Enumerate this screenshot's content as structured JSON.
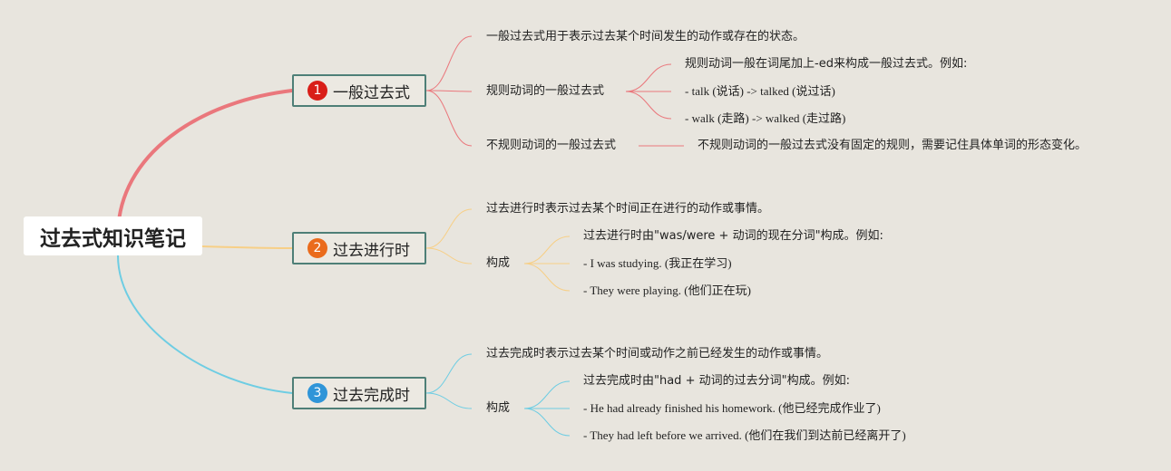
{
  "root": {
    "label": "过去式知识笔记"
  },
  "colors": {
    "branch1": "#ea777c",
    "branch2": "#f7cf86",
    "branch3": "#6ecde3",
    "badge1": "#d91e18",
    "badge2": "#ea6b1c",
    "badge3": "#2f95d8",
    "node_border": "#4e7f77"
  },
  "branches": [
    {
      "number": "1",
      "label": "一般过去式",
      "items": [
        {
          "text": "一般过去式用于表示过去某个时间发生的动作或存在的状态。"
        },
        {
          "text": "规则动词的一般过去式",
          "children": [
            "规则动词一般在词尾加上-ed来构成一般过去式。例如:",
            "- talk (说话) -> talked (说过话)",
            "- walk (走路) -> walked (走过路)"
          ]
        },
        {
          "text": "不规则动词的一般过去式",
          "children": [
            "不规则动词的一般过去式没有固定的规则，需要记住具体单词的形态变化。"
          ]
        }
      ]
    },
    {
      "number": "2",
      "label": "过去进行时",
      "items": [
        {
          "text": "过去进行时表示过去某个时间正在进行的动作或事情。"
        },
        {
          "text": "构成",
          "children": [
            "过去进行时由\"was/were + 动词的现在分词\"构成。例如:",
            "- I was studying. (我正在学习)",
            "- They were playing. (他们正在玩)"
          ]
        }
      ]
    },
    {
      "number": "3",
      "label": "过去完成时",
      "items": [
        {
          "text": "过去完成时表示过去某个时间或动作之前已经发生的动作或事情。"
        },
        {
          "text": "构成",
          "children": [
            "过去完成时由\"had + 动词的过去分词\"构成。例如:",
            "- He had already finished his homework. (他已经完成作业了)",
            "- They had left before we arrived. (他们在我们到达前已经离开了)"
          ]
        }
      ]
    }
  ]
}
